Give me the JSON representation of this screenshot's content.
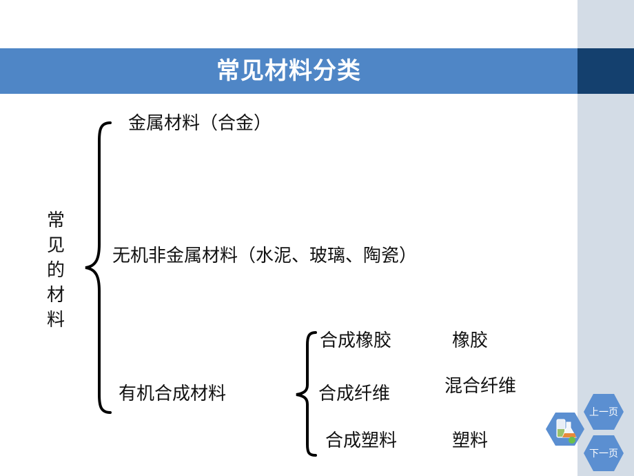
{
  "slide": {
    "title": "常见材料分类",
    "root_label": [
      "常",
      "见",
      "的",
      "材",
      "料"
    ],
    "branches": {
      "metal": "金属材料（合金）",
      "inorganic": "无机非金属材料（水泥、玻璃、陶瓷）",
      "organic": "有机合成材料"
    },
    "organic_items": [
      {
        "synthetic": "合成橡胶",
        "example": "橡胶"
      },
      {
        "synthetic": "合成纤维",
        "example": "混合纤维"
      },
      {
        "synthetic": "合成塑料",
        "example": "塑料"
      }
    ]
  },
  "nav": {
    "prev_label": "上一页",
    "next_label": "下一页"
  },
  "colors": {
    "title_bar": "#4f86c6",
    "title_accent": "#14406e",
    "side_panel": "#d3dce6",
    "nav_button": "#5b8fd1"
  }
}
